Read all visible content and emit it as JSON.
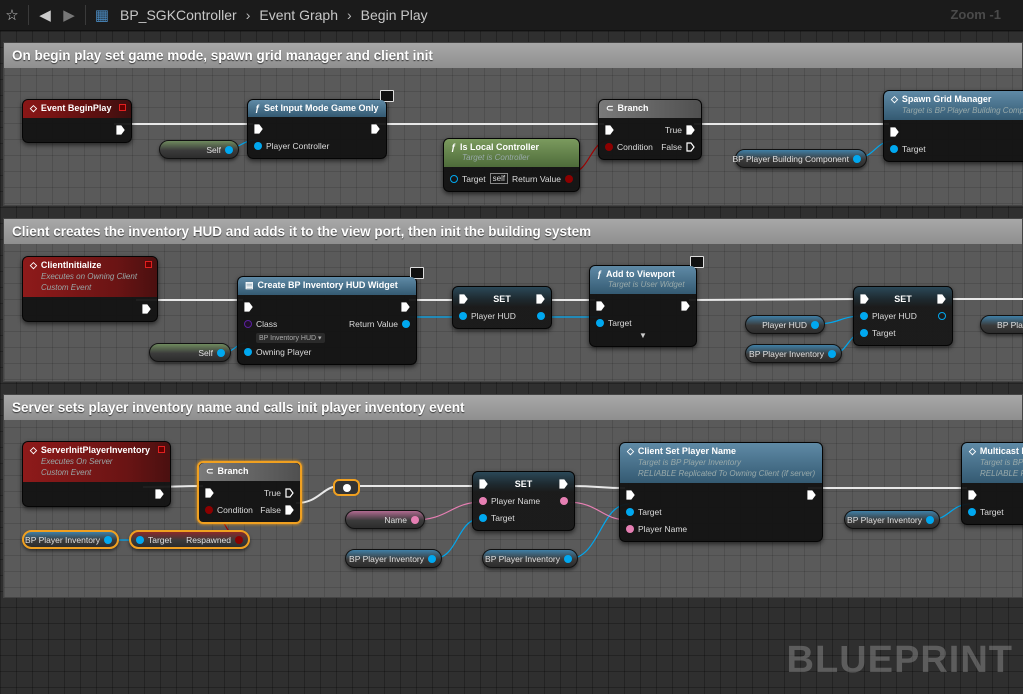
{
  "toolbar": {
    "favorite_icon": "star-icon",
    "back_icon": "arrow-left-icon",
    "forward_icon": "arrow-right-icon",
    "breadcrumb": [
      "BP_SGKController",
      "Event Graph",
      "Begin Play"
    ],
    "zoom": "Zoom -1"
  },
  "comments": [
    "On begin play set game mode, spawn grid manager and client init",
    "Client creates the inventory HUD and adds it to the view port, then init the building system",
    "Server sets player inventory name and calls init player inventory event"
  ],
  "nodes": [
    {
      "id": "event_begin_play",
      "kind": "event",
      "icon": "diamond",
      "title": "Event BeginPlay",
      "delegate": true,
      "rows": [
        {
          "r": {
            "t": "exec"
          }
        }
      ]
    },
    {
      "id": "set_input_mode",
      "kind": "func",
      "icon": "f",
      "title": "Set Input Mode Game Only",
      "client_only": true,
      "rows": [
        {
          "l": {
            "t": "exec"
          },
          "r": {
            "t": "exec"
          }
        },
        {
          "l": {
            "t": "obj",
            "label": "Player Controller"
          }
        }
      ]
    },
    {
      "id": "is_local_controller",
      "kind": "pure",
      "icon": "f",
      "title": "Is Local Controller",
      "subtitle": [
        "Target is Controller"
      ],
      "rows": [
        {
          "l": {
            "t": "hollow",
            "label": "Target",
            "default": "self"
          },
          "r": {
            "t": "bool",
            "label": "Return Value"
          }
        }
      ]
    },
    {
      "id": "branch_1",
      "kind": "branch",
      "icon": "branch",
      "title": "Branch",
      "rows": [
        {
          "l": {
            "t": "exec"
          },
          "r": {
            "t": "exec",
            "label": "True"
          }
        },
        {
          "l": {
            "t": "bool",
            "label": "Condition"
          },
          "r": {
            "t": "exec-hollow",
            "label": "False"
          }
        }
      ]
    },
    {
      "id": "spawn_grid_manager",
      "kind": "func",
      "icon": "diamond",
      "title": "Spawn Grid Manager",
      "subtitle": [
        "Target is BP Player Building Component"
      ],
      "rows": [
        {
          "l": {
            "t": "exec"
          }
        },
        {
          "l": {
            "t": "obj",
            "label": "Target"
          }
        }
      ]
    },
    {
      "id": "client_initialize",
      "kind": "custom",
      "icon": "diamond",
      "title": "ClientInitialize",
      "subtitle": [
        "Executes on Owning Client",
        "Custom Event"
      ],
      "delegate": true,
      "rows": [
        {
          "r": {
            "t": "exec"
          }
        }
      ]
    },
    {
      "id": "create_widget",
      "kind": "func",
      "icon": "widget",
      "title": "Create BP Inventory HUD Widget",
      "client_only": true,
      "rows": [
        {
          "l": {
            "t": "exec"
          },
          "r": {
            "t": "exec"
          }
        },
        {
          "l": {
            "t": "cls",
            "label": "Class"
          },
          "r": {
            "t": "obj",
            "label": "Return Value"
          }
        },
        {
          "dropdown": "BP Inventory HUD"
        },
        {
          "l": {
            "t": "obj",
            "label": "Owning Player"
          }
        }
      ]
    },
    {
      "id": "set_1",
      "kind": "set",
      "title": "SET",
      "rows": [
        {
          "l": {
            "t": "exec"
          },
          "c": true,
          "r": {
            "t": "exec"
          }
        },
        {
          "l": {
            "t": "obj",
            "label": "Player HUD"
          },
          "r": {
            "t": "obj"
          }
        }
      ]
    },
    {
      "id": "add_to_viewport",
      "kind": "func",
      "icon": "f",
      "title": "Add to Viewport",
      "subtitle": [
        "Target is User Widget"
      ],
      "client_only": true,
      "expand": true,
      "rows": [
        {
          "l": {
            "t": "exec"
          },
          "r": {
            "t": "exec"
          }
        },
        {
          "l": {
            "t": "obj",
            "label": "Target"
          }
        }
      ]
    },
    {
      "id": "set_2",
      "kind": "set",
      "title": "SET",
      "rows": [
        {
          "l": {
            "t": "exec"
          },
          "c": true,
          "r": {
            "t": "exec"
          }
        },
        {
          "l": {
            "t": "obj",
            "label": "Player HUD"
          },
          "r": {
            "t": "hollow"
          }
        },
        {
          "l": {
            "t": "obj",
            "label": "Target"
          }
        }
      ]
    },
    {
      "id": "server_init",
      "kind": "custom",
      "icon": "diamond",
      "title": "ServerInitPlayerInventory",
      "subtitle": [
        "Executes On Server",
        "Custom Event"
      ],
      "delegate": true,
      "rows": [
        {
          "r": {
            "t": "exec"
          }
        }
      ]
    },
    {
      "id": "branch_2",
      "kind": "branch",
      "icon": "branch",
      "title": "Branch",
      "selected": true,
      "rows": [
        {
          "l": {
            "t": "exec"
          },
          "r": {
            "t": "exec-hollow",
            "label": "True"
          }
        },
        {
          "l": {
            "t": "bool",
            "label": "Condition"
          },
          "r": {
            "t": "exec",
            "label": "False"
          }
        }
      ]
    },
    {
      "id": "set_3",
      "kind": "set",
      "title": "SET",
      "rows": [
        {
          "l": {
            "t": "exec"
          },
          "c": true,
          "r": {
            "t": "exec"
          }
        },
        {
          "l": {
            "t": "str",
            "label": "Player Name"
          },
          "r": {
            "t": "str"
          }
        },
        {
          "l": {
            "t": "obj",
            "label": "Target"
          }
        }
      ]
    },
    {
      "id": "client_set_player_name",
      "kind": "func",
      "icon": "diamond",
      "title": "Client Set Player Name",
      "subtitle": [
        "Target is BP Player Inventory",
        "RELIABLE Replicated To Owning Client (if server)"
      ],
      "rows": [
        {
          "l": {
            "t": "exec"
          },
          "r": {
            "t": "exec"
          }
        },
        {
          "l": {
            "t": "obj",
            "label": "Target"
          }
        },
        {
          "l": {
            "t": "str",
            "label": "Player Name"
          }
        }
      ]
    },
    {
      "id": "multicast",
      "kind": "func",
      "icon": "diamond",
      "title": "Multicast I",
      "subtitle": [
        "Target is BP",
        "RELIABLE R"
      ],
      "rows": [
        {
          "l": {
            "t": "exec"
          }
        },
        {
          "l": {
            "t": "obj",
            "label": "Target"
          }
        }
      ]
    }
  ],
  "vars": [
    {
      "id": "self_1",
      "label": "Self",
      "pin": "obj",
      "tint": "#6f8a5e"
    },
    {
      "id": "bp_building",
      "label": "BP Player Building Component",
      "pin": "obj",
      "tint": "#3f7fa6"
    },
    {
      "id": "self_2",
      "label": "Self",
      "pin": "obj",
      "tint": "#6f8a5e"
    },
    {
      "id": "player_hud",
      "label": "Player HUD",
      "pin": "obj",
      "tint": "#3f7fa6"
    },
    {
      "id": "bp_inv_1",
      "label": "BP Player Inventory",
      "pin": "obj",
      "tint": "#3f7fa6"
    },
    {
      "id": "bp_inv_cut",
      "label": "BP Player Inventory",
      "pin": "obj",
      "tint": "#3f7fa6"
    },
    {
      "id": "bp_inv_sel",
      "label": "BP Player Inventory",
      "pin": "obj",
      "tint": "#3f7fa6",
      "selected": true
    },
    {
      "id": "respawned",
      "left_label": "Target",
      "left_pin": "obj",
      "label": "Respawned",
      "pin": "bool",
      "tint": "#8a2a2a",
      "selected": true
    },
    {
      "id": "name_var",
      "label": "Name",
      "pin": "str",
      "tint": "#b06a90"
    },
    {
      "id": "bp_inv_2",
      "label": "BP Player Inventory",
      "pin": "obj",
      "tint": "#3f7fa6"
    },
    {
      "id": "bp_inv_3",
      "label": "BP Player Inventory",
      "pin": "obj",
      "tint": "#3f7fa6"
    },
    {
      "id": "bp_inv_4",
      "label": "BP Player Inventory",
      "pin": "obj",
      "tint": "#3f7fa6"
    }
  ],
  "watermark": "BLUEPRINT",
  "colors": {
    "exec": "#ffffff",
    "object": "#00a8f0",
    "bool": "#8c0000",
    "string": "#e67fb3",
    "selection": "#f0a020"
  }
}
